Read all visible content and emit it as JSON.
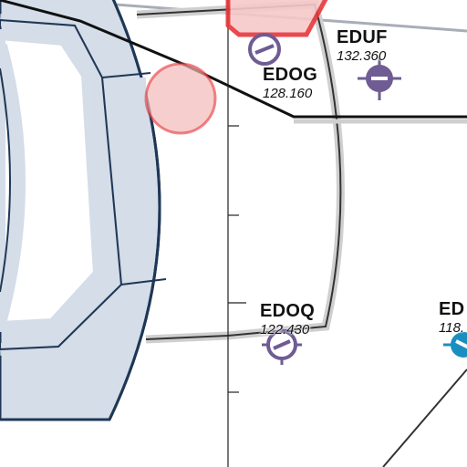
{
  "map": {
    "airfields": [
      {
        "id": "eduf",
        "name": "EDUF",
        "freq": "132.360"
      },
      {
        "id": "edog",
        "name": "EDOG",
        "freq": "128.160"
      },
      {
        "id": "edoq",
        "name": "EDOQ",
        "freq": "122.430"
      },
      {
        "id": "edo-partial",
        "name": "ED",
        "freq": "118."
      }
    ],
    "colors": {
      "airspace_fill": "#d4dde8",
      "airspace_border": "#1f3756",
      "restricted": "#e8363a",
      "airfield_symbol": "#6e5c92",
      "airfield_symbol_blue": "#1a8fbf",
      "boundary_line": "#111111",
      "route_line": "#a8adb8"
    }
  }
}
